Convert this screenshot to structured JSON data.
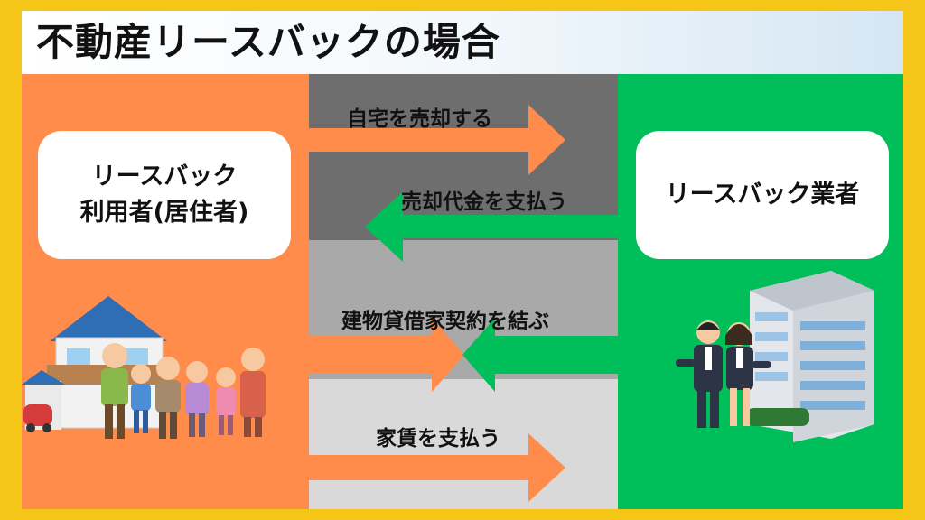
{
  "title": "不動産リースバックの場合",
  "user_box": {
    "line1": "リースバック",
    "line2": "利用者(居住者)"
  },
  "company_box": {
    "label": "リースバック業者"
  },
  "flows": [
    {
      "label": "自宅を売却する"
    },
    {
      "label": "売却代金を支払う"
    },
    {
      "label": "建物貸借家契約を結ぶ"
    },
    {
      "label": "家賃を支払う"
    }
  ],
  "colors": {
    "frame": "#f5c518",
    "left_panel": "#ff8c4b",
    "right_panel": "#00be5a",
    "arrow_orange": "#ff8c4b",
    "arrow_green": "#00be5a"
  },
  "icons": [
    "house-icon",
    "family-icon",
    "business-people-icon",
    "office-building-icon"
  ]
}
